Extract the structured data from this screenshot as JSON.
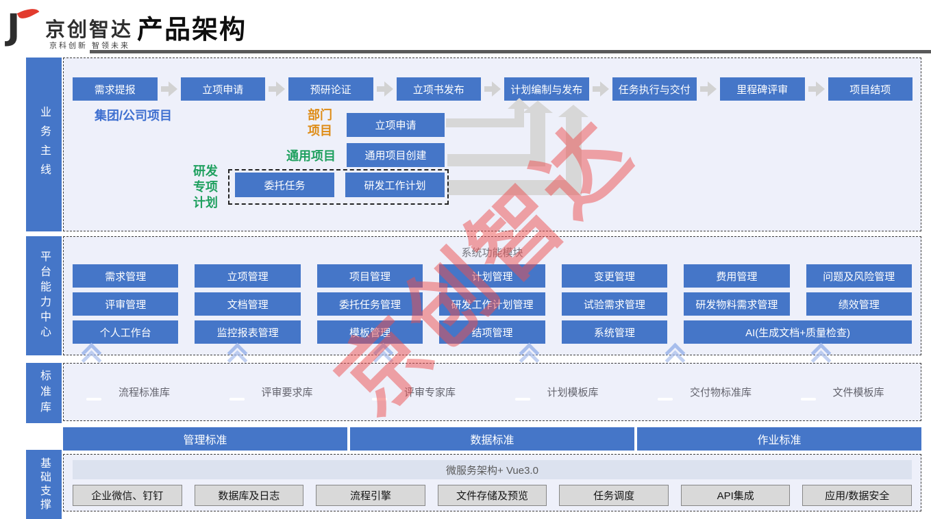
{
  "header": {
    "logo_letter": "J",
    "brand": "京创智达",
    "slogan": "京科创新  智领未来",
    "title": "产品架构"
  },
  "sidebar": {
    "items": [
      {
        "label": "业务主线"
      },
      {
        "label": "平台能力中心"
      },
      {
        "label": "标准库"
      },
      {
        "label": "基础支撑"
      }
    ]
  },
  "business": {
    "flow": [
      "需求提报",
      "立项申请",
      "预研论证",
      "立项书发布",
      "计划编制与发布",
      "任务执行与交付",
      "里程碑评审",
      "项目结项"
    ],
    "group_label": "集团/公司项目",
    "dept_label": "部门项目",
    "general_label": "通用项目",
    "special_label": "研发专项计划",
    "dept_button": "立项申请",
    "general_button": "通用项目创建",
    "special_buttons": [
      "委托任务",
      "研发工作计划"
    ]
  },
  "platform": {
    "title": "系统功能模块",
    "row1": [
      "需求管理",
      "立项管理",
      "项目管理",
      "计划管理",
      "变更管理",
      "费用管理",
      "问题及风险管理"
    ],
    "row2": [
      "评审管理",
      "文档管理",
      "委托任务管理",
      "研发工作计划管理",
      "试验需求管理",
      "研发物料需求管理",
      "绩效管理"
    ],
    "row3": [
      "个人工作台",
      "监控报表管理",
      "模板管理",
      "结项管理",
      "系统管理",
      "AI(生成文档+质量检查)"
    ]
  },
  "standards": {
    "libraries": [
      "流程标准库",
      "评审要求库",
      "评审专家库",
      "计划模板库",
      "交付物标准库",
      "文件模板库"
    ],
    "bars": [
      "管理标准",
      "数据标准",
      "作业标准"
    ]
  },
  "foundation": {
    "architecture_bar": "微服务架构+ Vue3.0",
    "items": [
      "企业微信、钉钉",
      "数据库及日志",
      "流程引擎",
      "文件存储及预览",
      "任务调度",
      "API集成",
      "应用/数据安全"
    ]
  },
  "watermark": "京创智达",
  "colors": {
    "primary_blue": "#4576C8",
    "orange_label": "#DE8C16",
    "green_label": "#1FA05F",
    "blue_label": "#3E6FD0",
    "arrow_gray": "#D7D7D7",
    "logo_red": "#E23B2E",
    "watermark_red": "#EB4E4E",
    "panel_bg": "#EEF0FA",
    "gray_button": "#D9D9D9"
  }
}
